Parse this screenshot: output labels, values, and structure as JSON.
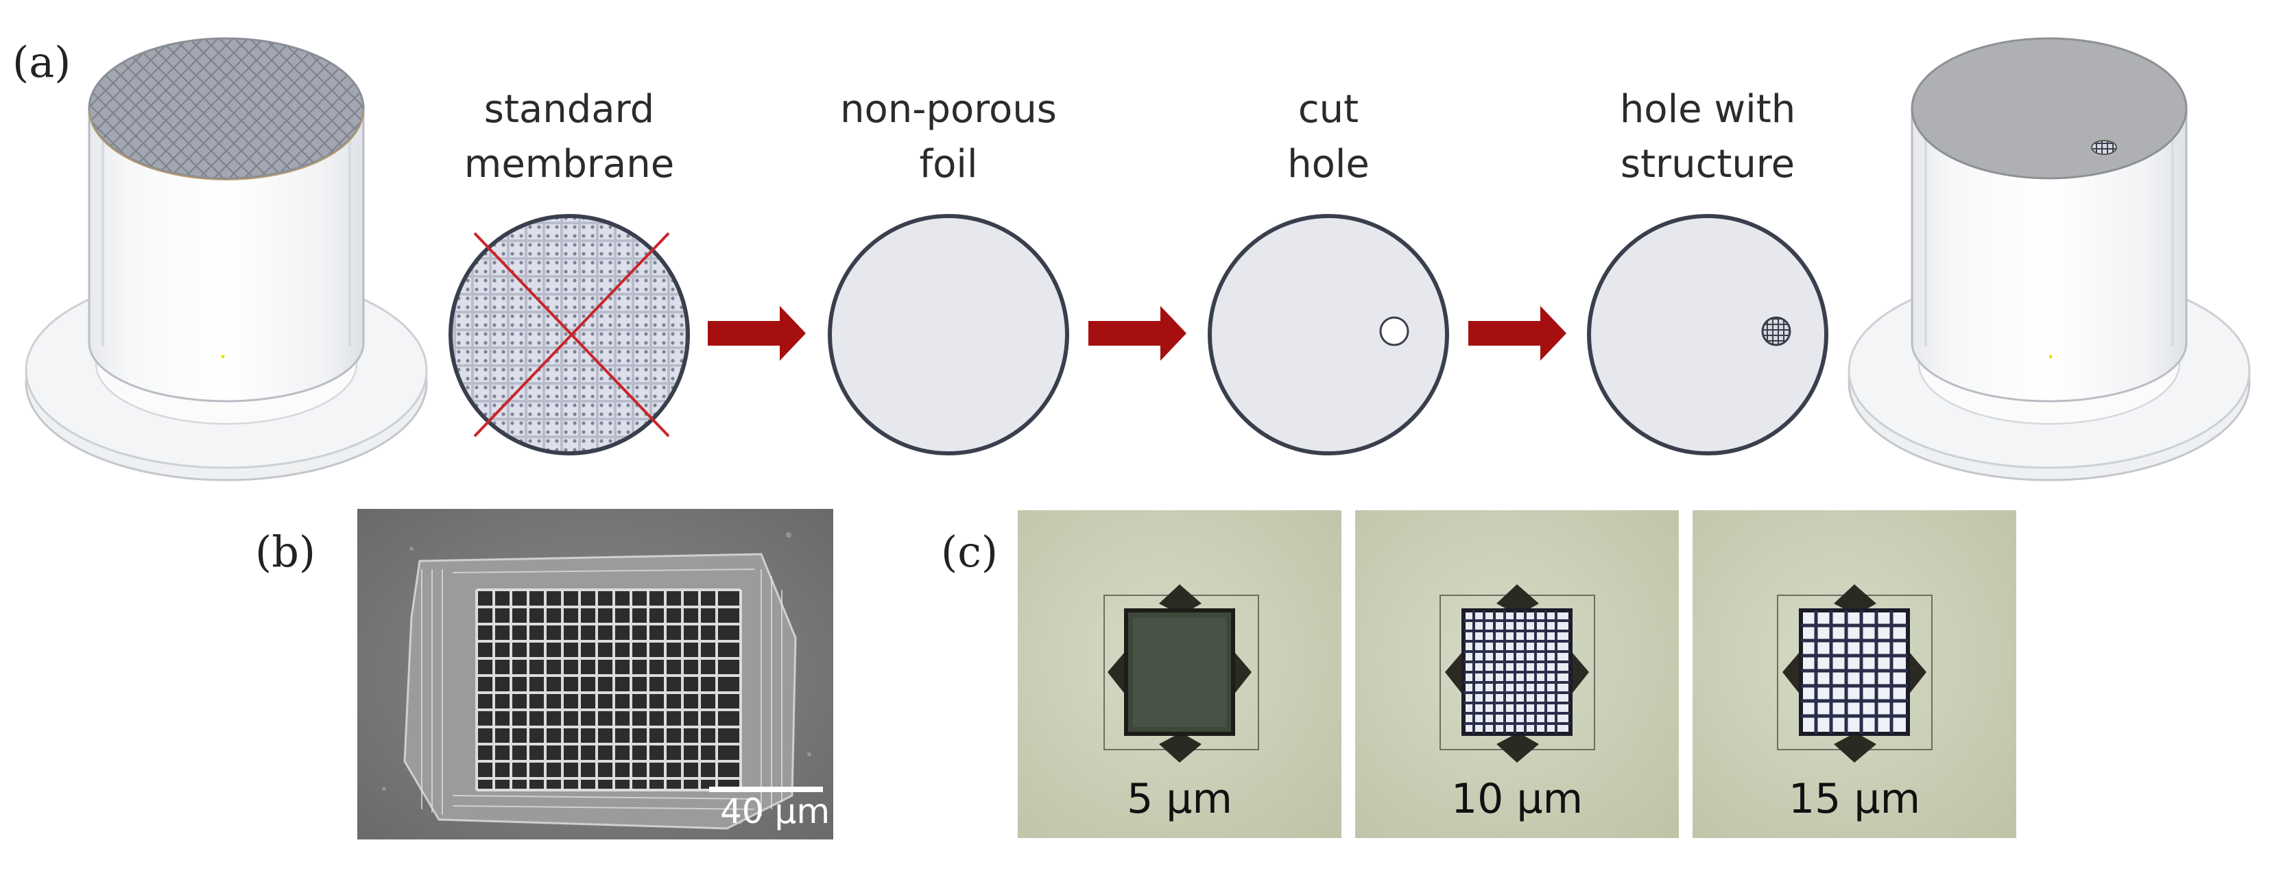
{
  "panels": {
    "a": {
      "label": "(a)",
      "steps": [
        {
          "line1": "standard",
          "line2": "membrane"
        },
        {
          "line1": "non-porous",
          "line2": "foil"
        },
        {
          "line1": "cut",
          "line2": "hole"
        },
        {
          "line1": "hole with",
          "line2": "structure"
        }
      ]
    },
    "b": {
      "label": "(b)",
      "scale_bar": "40 µm"
    },
    "c": {
      "label": "(c)",
      "sizes": [
        "5 µm",
        "10 µm",
        "15 µm"
      ]
    }
  },
  "colors": {
    "arrow": "#a50f0f",
    "circle_fill": "#e6e8ee",
    "circle_stroke": "#3a3f4d",
    "cross": "#c8262a",
    "membrane_top": "#9ea3ad",
    "foil_top": "#aeb0b3",
    "sem_background": "#7c7c7c",
    "micro_background": "#c8cdb6"
  }
}
